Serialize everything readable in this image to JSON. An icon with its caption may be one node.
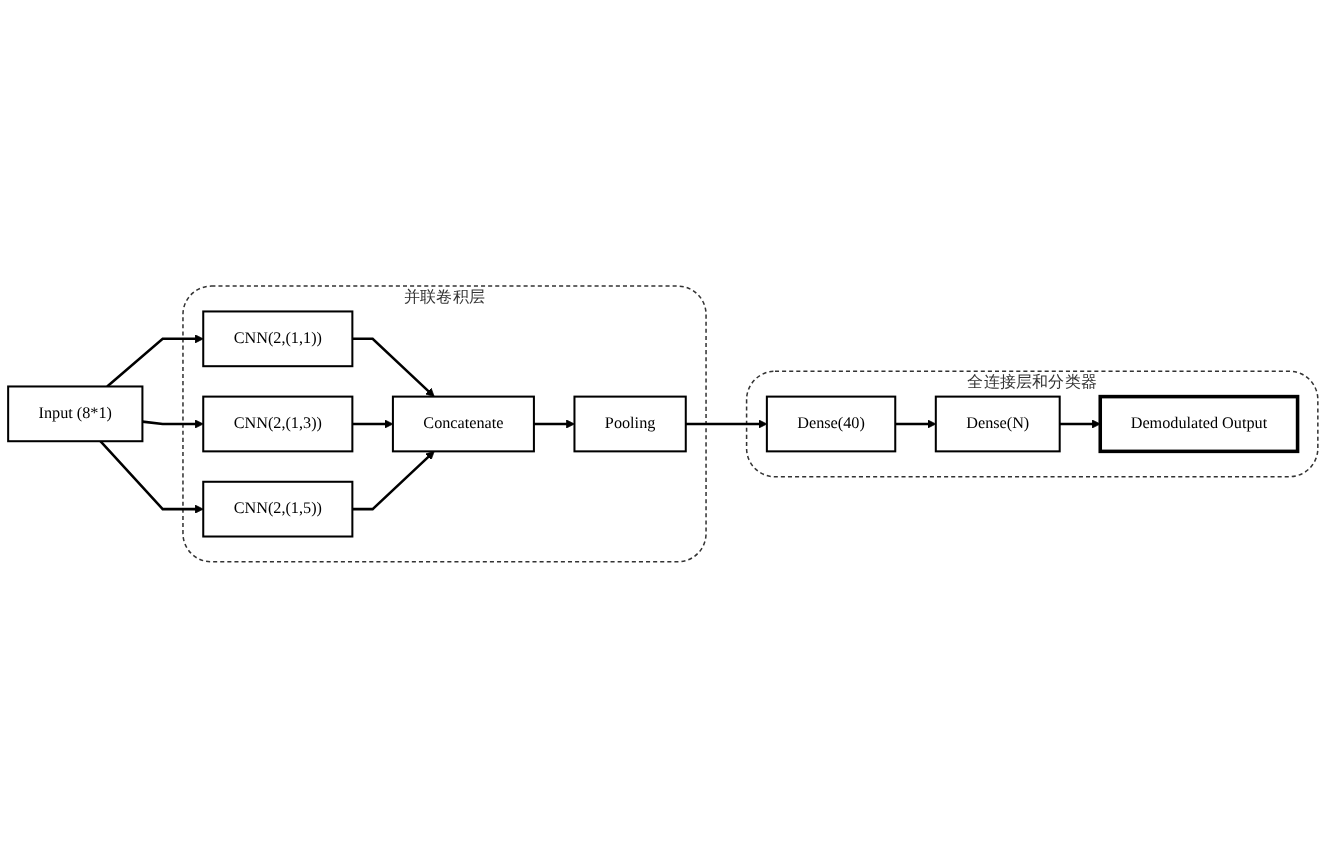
{
  "diagram": {
    "nodes": [
      {
        "text": [
          "Input (8*1)"
        ]
      },
      {
        "text": [
          "并联卷积层"
        ]
      },
      {
        "text": [
          "CNN(2,(1,1))"
        ],
        "in": 1
      },
      {
        "text": [
          "CNN(2,(1,3))"
        ],
        "in": 1
      },
      {
        "text": [
          "CNN(2,(1,5))"
        ],
        "in": 1
      },
      {
        "text": [
          "Concatenate"
        ],
        "in": 1
      },
      {
        "text": [
          "Pooling"
        ],
        "in": 1
      },
      {
        "text": [
          "全连接层和分类器"
        ]
      },
      {
        "text": [
          "Dense(40)"
        ],
        "in": 7
      },
      {
        "text": [
          "Dense(N)"
        ],
        "in": 7
      },
      {
        "text": [
          "Demodulated Output"
        ],
        "in": 7
      }
    ],
    "edges": [
      {
        "from": 0,
        "to": 2,
        "arrow": "to"
      },
      {
        "from": 0,
        "to": 3,
        "arrow": "to"
      },
      {
        "from": 0,
        "to": 4,
        "arrow": "to"
      },
      {
        "from": 2,
        "to": 5,
        "arrow": "to"
      },
      {
        "from": 3,
        "to": 5,
        "arrow": "to"
      },
      {
        "from": 4,
        "to": 5,
        "arrow": "to"
      },
      {
        "from": 5,
        "to": 6,
        "arrow": "to"
      },
      {
        "from": 6,
        "to": 8,
        "arrow": "to"
      },
      {
        "from": 8,
        "to": 9,
        "arrow": "to"
      },
      {
        "from": 9,
        "to": 10,
        "arrow": "to"
      }
    ]
  }
}
